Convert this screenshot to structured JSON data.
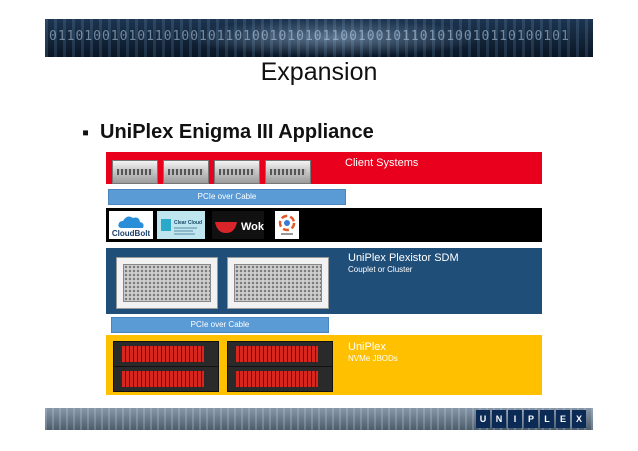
{
  "header": {
    "binary_pattern": "01101001010110100101101001010101100100101101010010110100101"
  },
  "title": "Expansion",
  "bullet": {
    "marker": "▪",
    "text": "UniPlex Enigma III Appliance"
  },
  "client_band": {
    "label": "Client Systems",
    "color": "#e8001c"
  },
  "pcie_top": {
    "label": "PCIe over Cable"
  },
  "logos": [
    {
      "name": "CloudBolt"
    },
    {
      "name": "Clear Cloud"
    },
    {
      "name": "Wok"
    }
  ],
  "plexistor_band": {
    "label": "UniPlex Plexistor SDM",
    "sublabel": "Couplet or Cluster",
    "color": "#1f4e79"
  },
  "pcie_bottom": {
    "label": "PCIe over Cable"
  },
  "nvme_band": {
    "label": "UniPlex",
    "sublabel": "NVMe JBODs",
    "color": "#ffc000"
  },
  "footer_logo": [
    "U",
    "N",
    "I",
    "P",
    "L",
    "E",
    "X"
  ]
}
